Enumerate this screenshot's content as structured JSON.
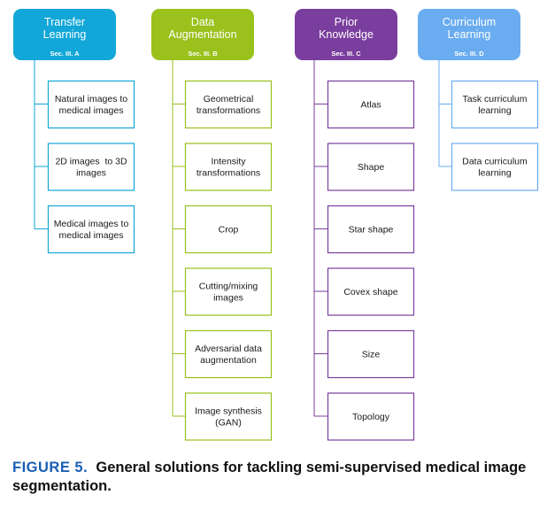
{
  "diagram": {
    "columns": [
      {
        "title_lines": [
          "Transfer",
          "Learning"
        ],
        "section": "Sec. III. A",
        "color": "#12a7d8",
        "border": "#12a7d8",
        "children": [
          [
            "Natural images to",
            "medical images"
          ],
          [
            "2D images  to 3D",
            "images"
          ],
          [
            "Medical images to",
            "medical images"
          ]
        ]
      },
      {
        "title_lines": [
          "Data",
          "Augmentation"
        ],
        "section": "Sec. III. B",
        "color": "#9ac11c",
        "border": "#9ac11c",
        "children": [
          [
            "Geometrical",
            "transformations"
          ],
          [
            "Intensity",
            "transformations"
          ],
          [
            "Crop"
          ],
          [
            "Cutting/mixing",
            "images"
          ],
          [
            "Adversarial data",
            "augmentation"
          ],
          [
            "Image synthesis",
            "(GAN)"
          ]
        ]
      },
      {
        "title_lines": [
          "Prior",
          "Knowledge"
        ],
        "section": "Sec. III. C",
        "color": "#7a3e9e",
        "border": "#7a3e9e",
        "children": [
          [
            "Atlas"
          ],
          [
            "Shape"
          ],
          [
            "Star shape"
          ],
          [
            "Covex shape"
          ],
          [
            "Size"
          ],
          [
            "Topology"
          ]
        ]
      },
      {
        "title_lines": [
          "Curriculum",
          "Learning"
        ],
        "section": "Sec. III. D",
        "color": "#6aacf0",
        "border": "#6aacf0",
        "children": [
          [
            "Task curriculum",
            "learning"
          ],
          [
            "Data curriculum",
            "learning"
          ]
        ]
      }
    ]
  },
  "caption": {
    "figure_label": "FIGURE 5.",
    "text": "General solutions for tackling semi-supervised medical image segmentation."
  }
}
